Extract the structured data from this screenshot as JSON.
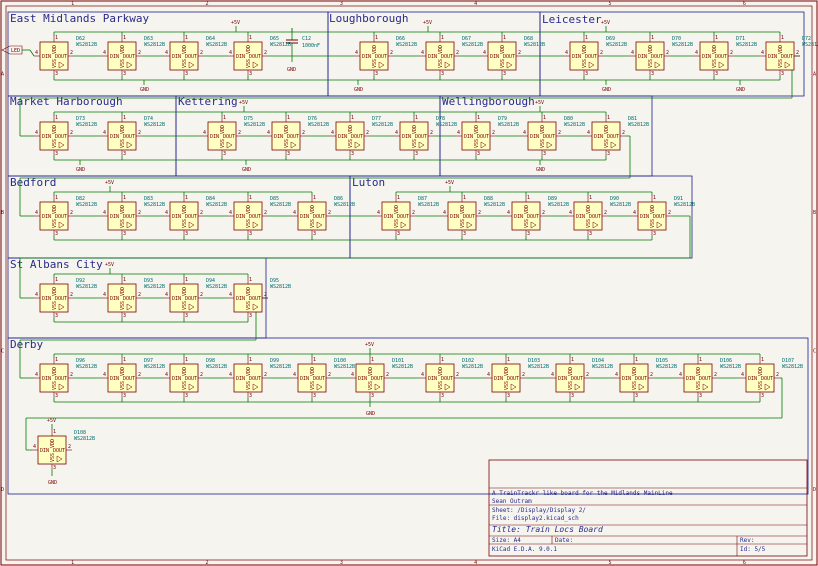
{
  "sheet": {
    "width": 818,
    "height": 566,
    "border_labels_top": [
      "1",
      "2",
      "3",
      "4",
      "5",
      "6"
    ],
    "border_labels_side": [
      "A",
      "B",
      "C",
      "D"
    ]
  },
  "groups": [
    {
      "name": "East Midlands Parkway"
    },
    {
      "name": "Loughborough"
    },
    {
      "name": "Leicester"
    },
    {
      "name": "Market Harborough"
    },
    {
      "name": "Kettering"
    },
    {
      "name": "Wellingborough"
    },
    {
      "name": "Bedford"
    },
    {
      "name": "Luton"
    },
    {
      "name": "St Albans City"
    },
    {
      "name": "Derby"
    }
  ],
  "leds": {
    "row1": [
      "D62",
      "D63",
      "D64",
      "D65",
      "D66",
      "D67",
      "D68",
      "D69",
      "D70",
      "D71",
      "D72"
    ],
    "row2": [
      "D73",
      "D74",
      "D75",
      "D76",
      "D77",
      "D78",
      "D79",
      "D80",
      "D81"
    ],
    "row3": [
      "D82",
      "D83",
      "D84",
      "D85",
      "D86",
      "D87",
      "D88",
      "D89",
      "D90",
      "D91"
    ],
    "row4": [
      "D92",
      "D93",
      "D94",
      "D95"
    ],
    "row5": [
      "D96",
      "D97",
      "D98",
      "D99",
      "D100",
      "D101",
      "D102",
      "D103",
      "D104",
      "D105",
      "D106",
      "D107"
    ],
    "row6": [
      "D108"
    ]
  },
  "labels": {
    "value": "WS2812B",
    "din": "DIN",
    "dout": "DOUT",
    "vdd": "VDD",
    "vss": "VSS",
    "plus5v": "+5V",
    "gnd": "GND",
    "pin1": "1",
    "pin2": "2",
    "pin3": "3",
    "pin4": "4",
    "cap_ref": "C12",
    "cap_val": "1000nF",
    "input_label": "LED"
  },
  "title_block": {
    "project": "A TrainTrackr like board for the Midlands MainLine",
    "author": "Sean Outram",
    "sheet": "Sheet: /Display/Display 2/",
    "file": "File: display2.kicad_sch",
    "title": "Title: Train Locs Board",
    "size": "Size: A4",
    "date": "Date:",
    "rev": "Rev:",
    "tool": "KiCad E.D.A. 9.0.1",
    "id": "Id: 5/5"
  },
  "colors": {
    "background": "#f5f4ef",
    "border": "#7a0000",
    "wire": "#007a00",
    "box": "#1e1e8c",
    "body": "#ffffc2",
    "pin_text": "#7a0000",
    "ref_text": "#006a6a"
  }
}
